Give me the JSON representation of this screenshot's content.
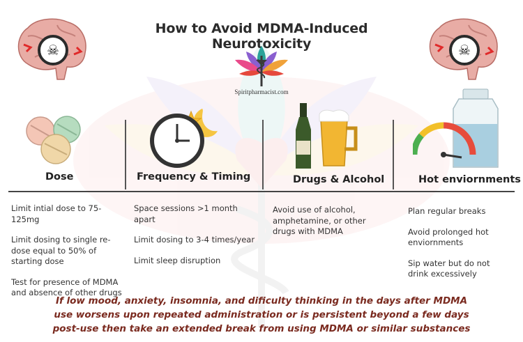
{
  "title": "How to Avoid MDMA-Induced Neurotoxicity",
  "site": "Spiritpharmacist.com",
  "columns": [
    {
      "heading": "Dose",
      "icon": "pills-icon",
      "items": [
        "Limit intial dose to 75-125mg",
        "Limit dosing to single re-dose equal to 50% of starting dose",
        "Test for presence of MDMA and absence of other drugs"
      ]
    },
    {
      "heading": "Frequency & Timing",
      "icon": "clock-moon-icon",
      "items": [
        "Space sessions >1 month apart",
        "Limit dosing to 3-4 times/year",
        "Limit sleep disruption"
      ]
    },
    {
      "heading": "Drugs & Alcohol",
      "icon": "bottle-beer-icon",
      "items": [
        "Avoid use of alcohol, amphetamine, or other drugs with MDMA"
      ]
    },
    {
      "heading": "Hot enviornments",
      "icon": "gauge-water-bottle-icon",
      "items": [
        "Plan regular breaks",
        "Avoid prolonged hot enviornments",
        "Sip water but do not drink excessively"
      ]
    }
  ],
  "footer": {
    "lines": [
      "If low mood, anxiety, insomnia, and dificulty thinking in the days after MDMA",
      "use worsens upon repeated administration or is persistent beyond a few days",
      "post-use then take an extended break from using MDMA or similar substances"
    ]
  },
  "colors": {
    "footer_text": "#7a2a1f",
    "brain": "#e7a9a2",
    "skull_ring": "#2b2b2b"
  }
}
